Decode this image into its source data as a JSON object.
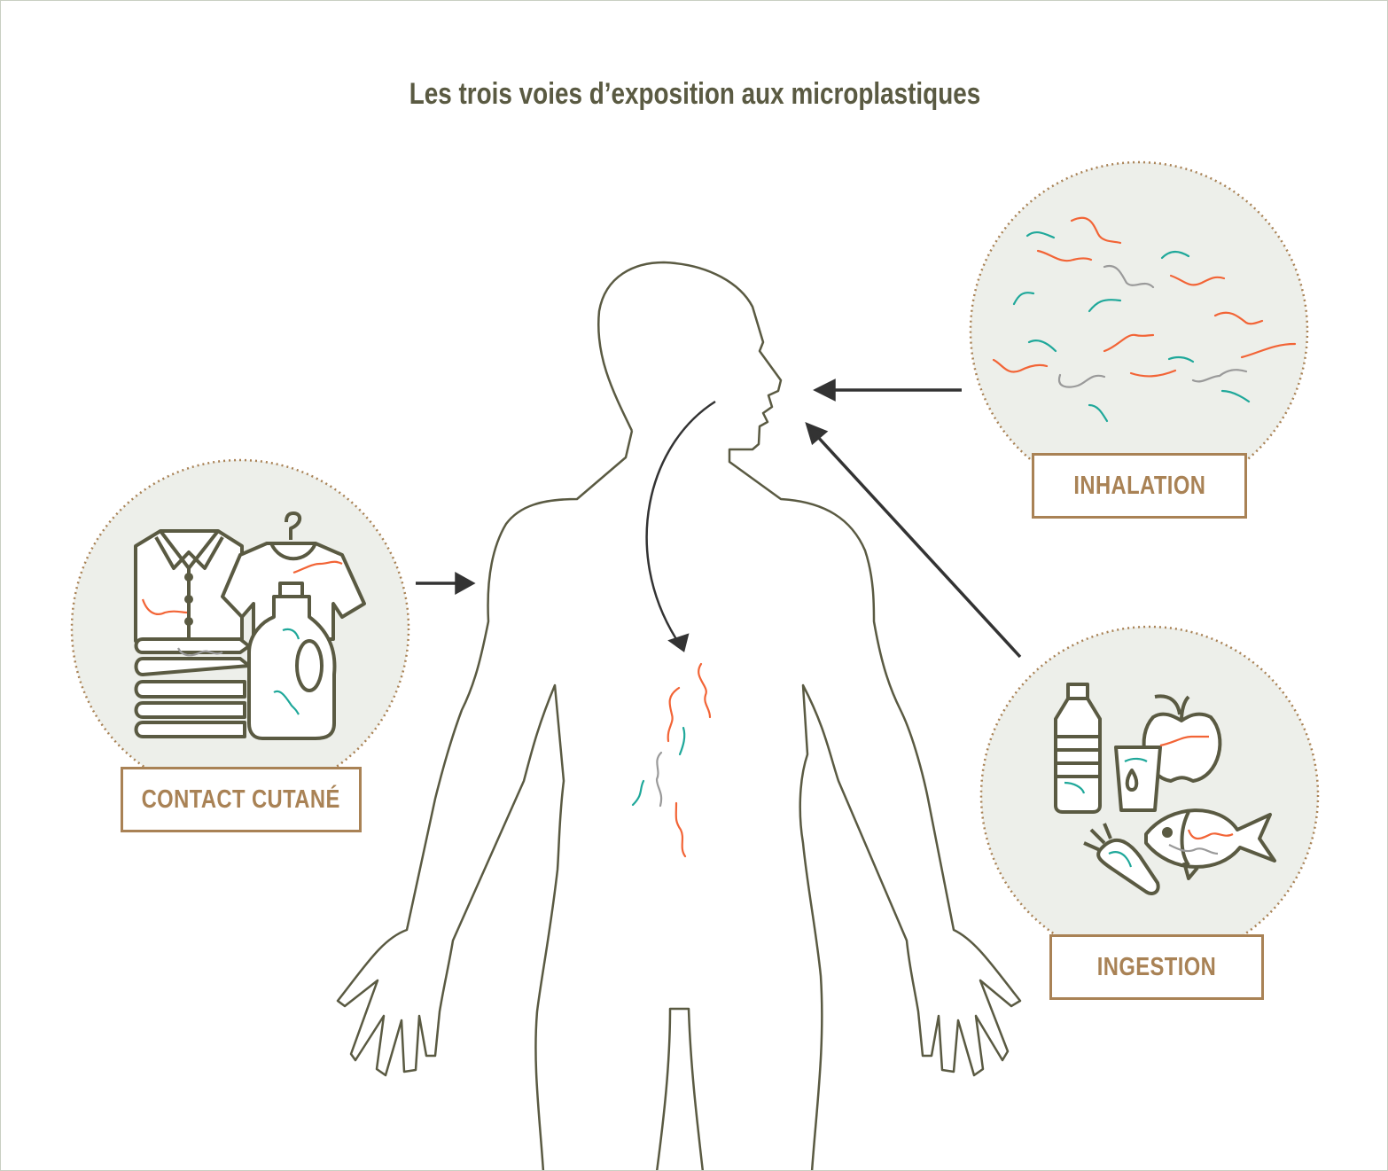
{
  "title": "Les trois voies d’exposition aux microplastiques",
  "routes": [
    {
      "label": "CONTACT CUTANÉ",
      "icon": "clothes-detergent-icon"
    },
    {
      "label": "INHALATION",
      "icon": "airborne-microplastics-icon"
    },
    {
      "label": "INGESTION",
      "icon": "food-water-icon"
    }
  ],
  "colors": {
    "outline": "#5a5a42",
    "label": "#a98255",
    "circle": "#edefea",
    "red": "#f26436",
    "teal": "#1fa89a",
    "grey": "#9a9a9a"
  }
}
